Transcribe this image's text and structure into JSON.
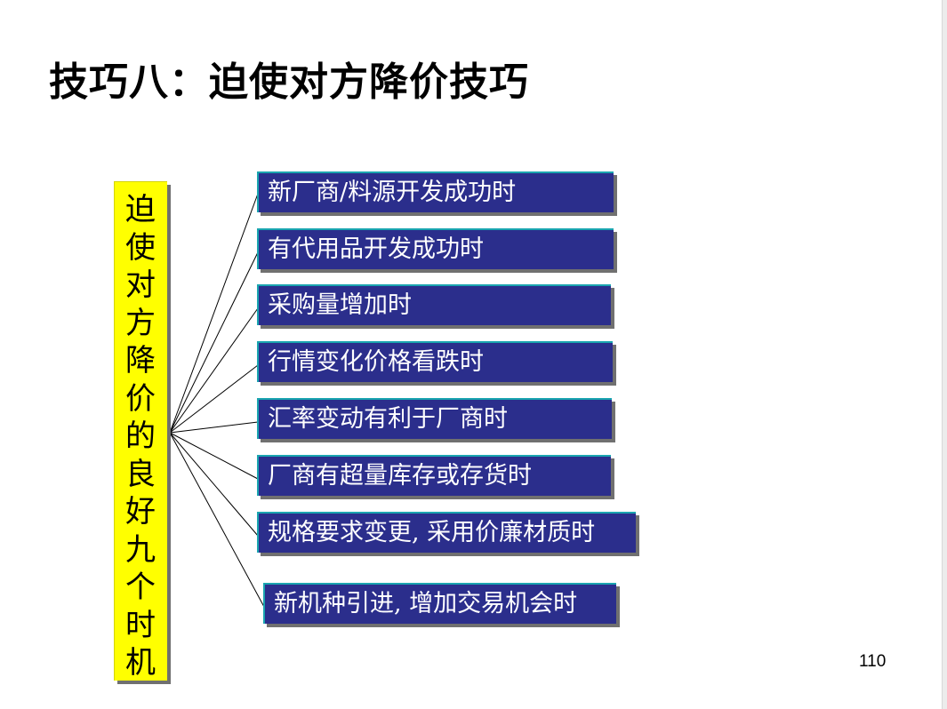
{
  "slide": {
    "title": "技巧八：迫使对方降价技巧",
    "page_number": "110"
  },
  "diagram": {
    "root_label": "迫使对方降价的良好九个时机",
    "items": [
      "新厂商/料源开发成功时",
      "有代用品开发成功时",
      "采购量增加时",
      "行情变化价格看跌时",
      "汇率变动有利于厂商时",
      "厂商有超量库存或存货时",
      "规格要求变更, 采用价廉材质时",
      "新机种引进, 增加交易机会时"
    ]
  },
  "colors": {
    "root_box": "#ffff00",
    "item_box": "#2b2e8c",
    "item_border": "#1aa5b0",
    "item_text": "#ffffff",
    "shadow": "#707070"
  }
}
